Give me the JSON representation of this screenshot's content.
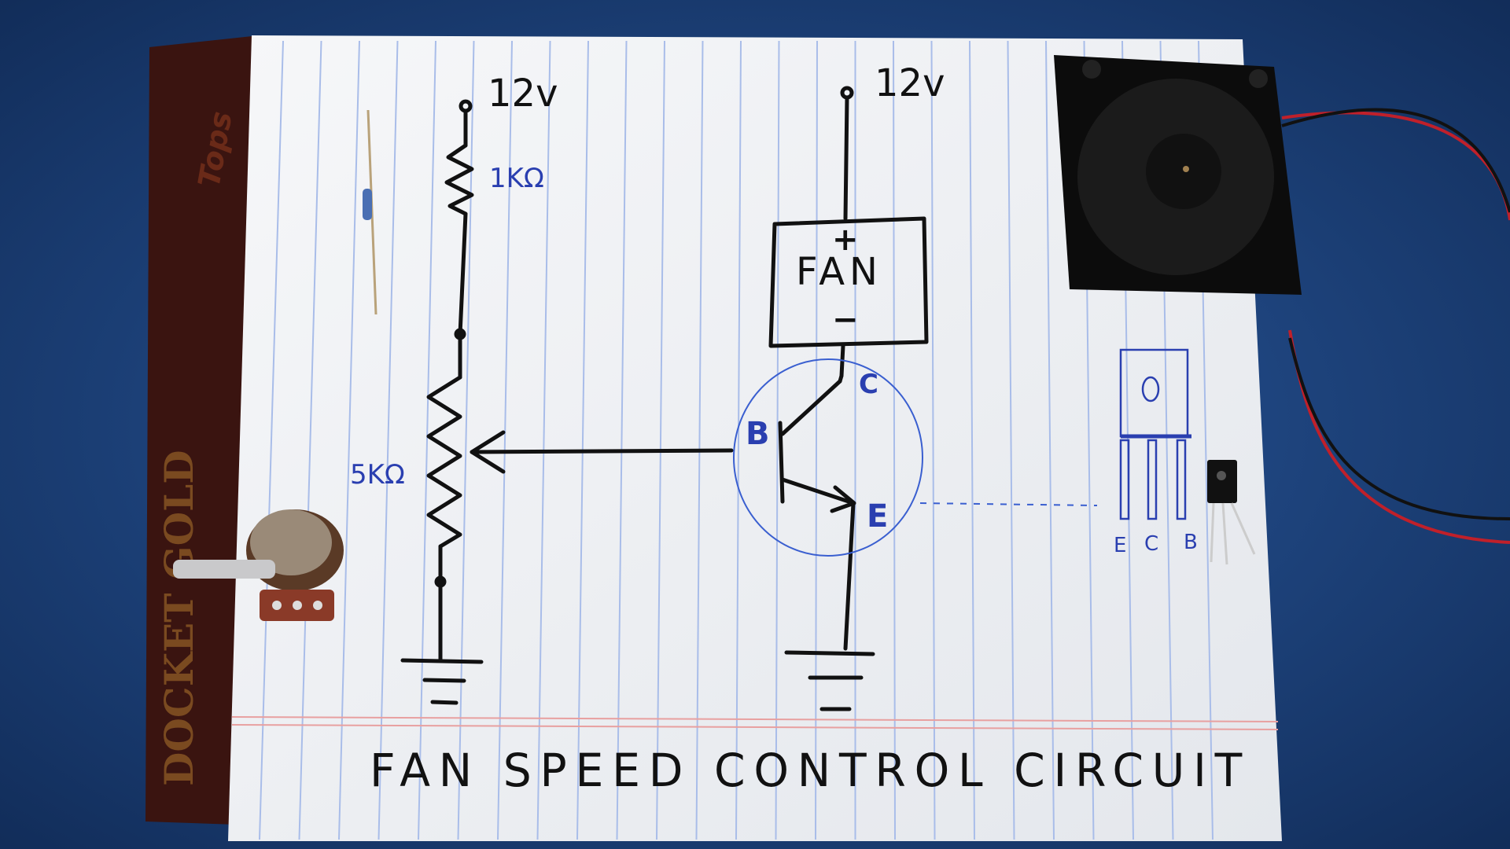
{
  "title": "FAN SPEED CONTROL CIRCUIT",
  "pad_brand": "DOCKET GOLD",
  "pad_logo": "Tops",
  "left_branch": {
    "supply": "12v",
    "fixed_resistor": "1KΩ",
    "potentiometer": "5KΩ"
  },
  "right_branch": {
    "supply": "12v",
    "load_label": "FAN",
    "load_plus": "+",
    "load_minus": "−"
  },
  "transistor": {
    "base": "B",
    "collector": "C",
    "emitter": "E"
  },
  "pinout": {
    "pins": [
      "E",
      "C",
      "B"
    ]
  },
  "colors": {
    "table": "#1a3f7a",
    "paper": "#f2f3f5",
    "ink_black": "#111111",
    "ink_blue": "#2a3fb0",
    "rule_blue": "#9fb6e8",
    "margin_red": "#e79a9a"
  }
}
